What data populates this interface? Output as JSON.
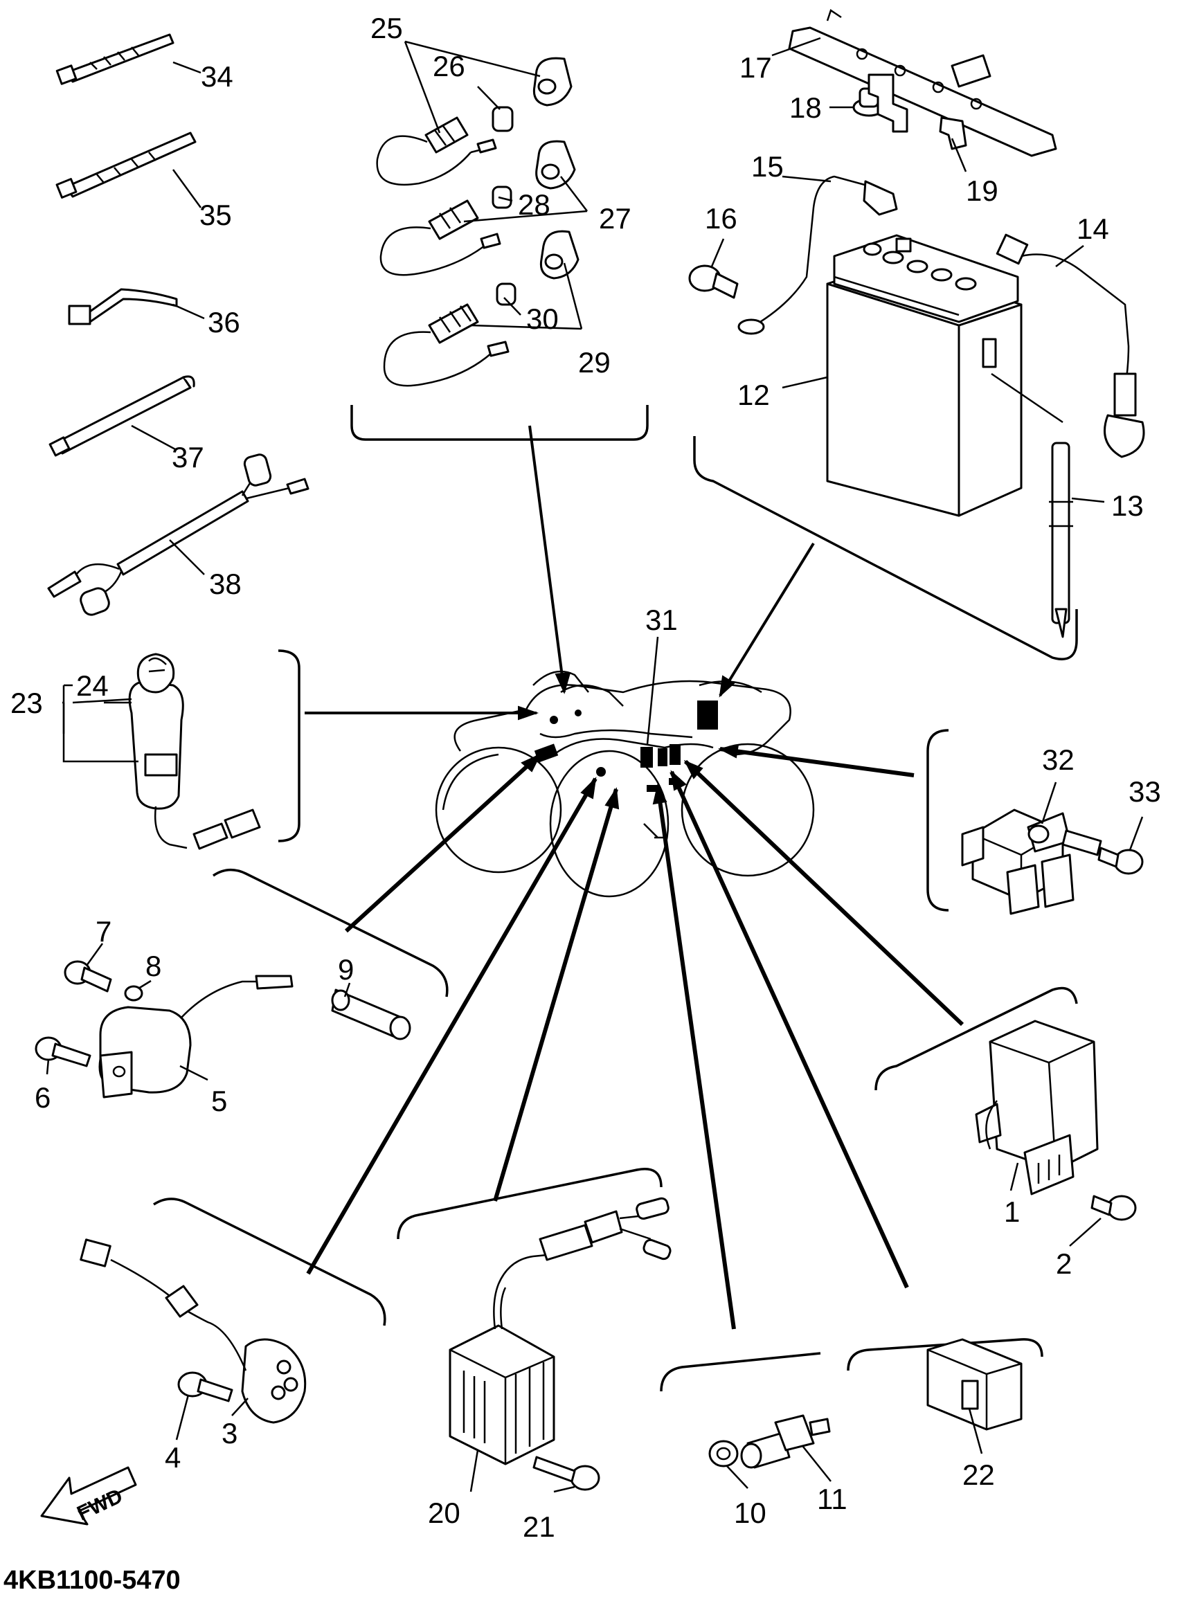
{
  "diagram": {
    "drawing_code": "4KB1100-5470",
    "direction_arrow": "FWD",
    "callouts": [
      {
        "id": "c1",
        "text": "1"
      },
      {
        "id": "c2",
        "text": "2"
      },
      {
        "id": "c3",
        "text": "3"
      },
      {
        "id": "c4",
        "text": "4"
      },
      {
        "id": "c5",
        "text": "5"
      },
      {
        "id": "c6",
        "text": "6"
      },
      {
        "id": "c7",
        "text": "7"
      },
      {
        "id": "c8",
        "text": "8"
      },
      {
        "id": "c9",
        "text": "9"
      },
      {
        "id": "c10",
        "text": "10"
      },
      {
        "id": "c11",
        "text": "11"
      },
      {
        "id": "c12",
        "text": "12"
      },
      {
        "id": "c13",
        "text": "13"
      },
      {
        "id": "c14",
        "text": "14"
      },
      {
        "id": "c15",
        "text": "15"
      },
      {
        "id": "c16",
        "text": "16"
      },
      {
        "id": "c17",
        "text": "17"
      },
      {
        "id": "c18",
        "text": "18"
      },
      {
        "id": "c19",
        "text": "19"
      },
      {
        "id": "c20",
        "text": "20"
      },
      {
        "id": "c21",
        "text": "21"
      },
      {
        "id": "c22",
        "text": "22"
      },
      {
        "id": "c23",
        "text": "23"
      },
      {
        "id": "c24",
        "text": "24"
      },
      {
        "id": "c25",
        "text": "25"
      },
      {
        "id": "c26",
        "text": "26"
      },
      {
        "id": "c27",
        "text": "27"
      },
      {
        "id": "c28",
        "text": "28"
      },
      {
        "id": "c29",
        "text": "29"
      },
      {
        "id": "c30",
        "text": "30"
      },
      {
        "id": "c31",
        "text": "31"
      },
      {
        "id": "c32",
        "text": "32"
      },
      {
        "id": "c33",
        "text": "33"
      },
      {
        "id": "c34",
        "text": "34"
      },
      {
        "id": "c35",
        "text": "35"
      },
      {
        "id": "c36",
        "text": "36"
      },
      {
        "id": "c37",
        "text": "37"
      },
      {
        "id": "c38",
        "text": "38"
      }
    ]
  }
}
